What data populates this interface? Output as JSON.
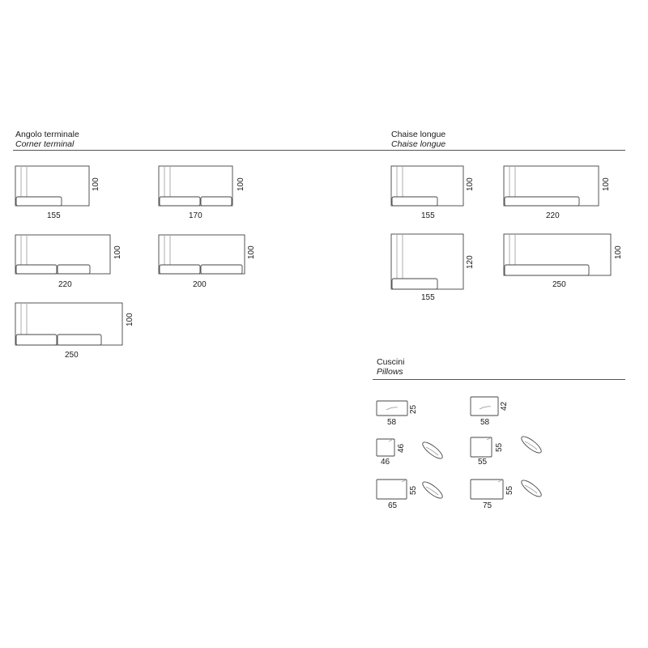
{
  "corner_terminal": {
    "title_it": "Angolo terminale",
    "title_en": "Corner terminal",
    "items": [
      {
        "width": "155",
        "depth": "100"
      },
      {
        "width": "170",
        "depth": "100"
      },
      {
        "width": "220",
        "depth": "100"
      },
      {
        "width": "200",
        "depth": "100"
      },
      {
        "width": "250",
        "depth": "100"
      }
    ]
  },
  "chaise_longue": {
    "title_it": "Chaise longue",
    "title_en": "Chaise longue",
    "items": [
      {
        "width": "155",
        "depth": "100"
      },
      {
        "width": "220",
        "depth": "100"
      },
      {
        "width": "155",
        "depth": "120"
      },
      {
        "width": "250",
        "depth": "100"
      }
    ]
  },
  "pillows": {
    "title_it": "Cuscini",
    "title_en": "Pillows",
    "items": [
      {
        "width": "58",
        "height": "25"
      },
      {
        "width": "58",
        "height": "42"
      },
      {
        "width": "46",
        "height": "46"
      },
      {
        "width": "55",
        "height": "55"
      },
      {
        "width": "65",
        "height": "55"
      },
      {
        "width": "75",
        "height": "55"
      }
    ]
  }
}
